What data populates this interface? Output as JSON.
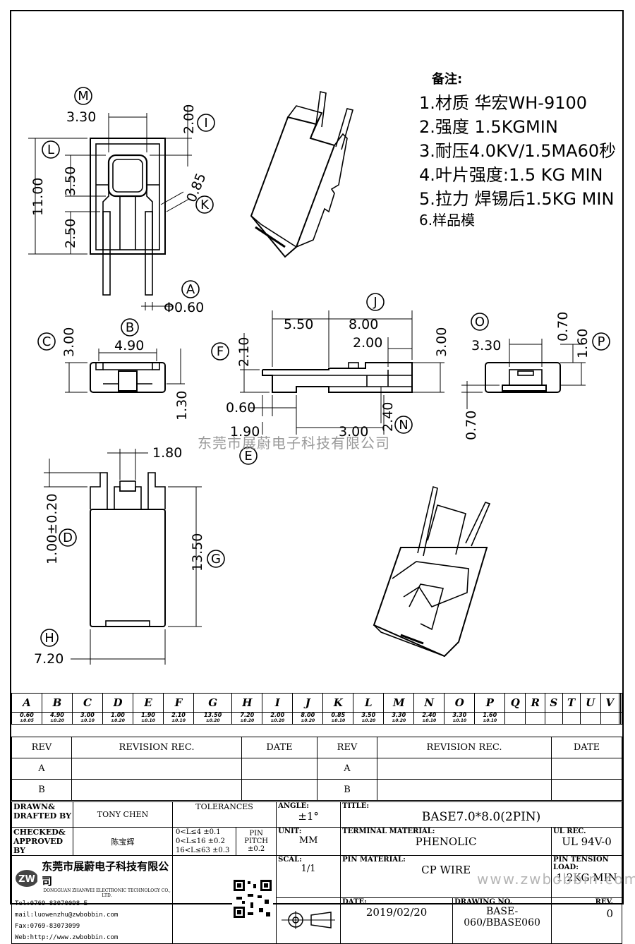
{
  "notes": {
    "heading": "备注:",
    "lines": [
      "1.材质  华宏WH-9100",
      "2.强度 1.5KGMIN",
      "3.耐压4.0KV/1.5MA60秒",
      "4.叶片强度:1.5 KG MIN",
      "5.拉力  焊锡后1.5KG MIN",
      "6.样品模"
    ]
  },
  "dimensions": {
    "top_view": [
      "3.30",
      "2.00",
      "11.00",
      "3.50",
      "2.50",
      "0.85",
      "Φ0.60"
    ],
    "bottom_view": [
      "3.00",
      "4.90",
      "1.30"
    ],
    "side_view": [
      "5.50",
      "8.00",
      "2.00",
      "3.00",
      "2.10",
      "0.60",
      "1.90",
      "3.00",
      "2.40"
    ],
    "end_view": [
      "3.30",
      "0.70",
      "1.60",
      "0.70"
    ],
    "front_view": [
      "1.80",
      "1.00±0.20",
      "13.50",
      "7.20"
    ]
  },
  "bubbles": [
    "M",
    "I",
    "L",
    "K",
    "A",
    "C",
    "B",
    "F",
    "J",
    "E",
    "N",
    "O",
    "P",
    "D",
    "G",
    "H"
  ],
  "watermark": "东莞市展蔚电子科技有限公司",
  "watermark2": "www.zwbobbin.com",
  "letter_table": {
    "letters": [
      "A",
      "B",
      "C",
      "D",
      "E",
      "F",
      "G",
      "H",
      "I",
      "J",
      "K",
      "L",
      "M",
      "N",
      "O",
      "P",
      "Q",
      "R",
      "S",
      "T",
      "U",
      "V",
      "",
      ""
    ],
    "values": [
      "0.60",
      "4.90",
      "3.00",
      "1.00",
      "1.90",
      "2.10",
      "13.50",
      "7.20",
      "2.00",
      "8.00",
      "0.85",
      "3.50",
      "3.30",
      "2.40",
      "3.30",
      "1.60",
      "",
      "",
      "",
      "",
      "",
      "",
      "",
      ""
    ],
    "tolerances": [
      "±0.05",
      "±0.20",
      "±0.10",
      "±0.20",
      "±0.10",
      "±0.10",
      "±0.20",
      "±0.20",
      "±0.20",
      "±0.20",
      "±0.10",
      "±0.20",
      "±0.20",
      "±0.10",
      "±0.10",
      "±0.10",
      "",
      "",
      "",
      "",
      "",
      "",
      "",
      ""
    ]
  },
  "revision": {
    "headers": {
      "rev": "REV",
      "rec": "REVISION REC.",
      "date": "DATE"
    },
    "rows": [
      "A",
      "B"
    ]
  },
  "title_block": {
    "drawn_label": "DRAWN&\nDRAFTED BY",
    "drawn_by": "TONY CHEN",
    "checked_label": "CHECKED&\nAPPROVED BY",
    "checked_by": "陈宝辉",
    "tolerances_label": "TOLERANCES",
    "tol_rows": [
      "0<L≤4   ±0.1",
      "0<L≤16  ±0.2",
      "16<L≤63 ±0.3"
    ],
    "pin_pitch_label": "PIN PITCH",
    "pin_pitch": "±0.2",
    "angle_label": "ANGLE:",
    "angle": "±1°",
    "unit_label": "UNIT:",
    "unit": "MM",
    "scale_label": "SCAL:",
    "scale": "1/1",
    "title_label": "TITLE:",
    "title": "BASE7.0*8.0(2PIN)",
    "terminal_label": "TERMINAL MATERIAL:",
    "terminal": "PHENOLIC",
    "ul_label": "UL REC.",
    "ul": "UL 94V-0",
    "pin_material_label": "PIN MATERIAL:",
    "pin_material": "CP WIRE",
    "pin_tension_label": "PIN TENSION LOAD:",
    "pin_tension": "1.2KG MIN",
    "date_label": "DATE:",
    "date": "2019/02/20",
    "drawing_label": "DRAWING NO.",
    "drawing_no": "BASE-060/BBASE060",
    "rev_label": "REV.",
    "rev": "0",
    "company": "东莞市展蔚电子科技有限公司",
    "company_en": "DONGGUAN ZHANWEI ELECTRONIC TECHNOLOGY CO., LTD.",
    "tel": "Tel:0769-83070098 E-mail:luowenzhu@zwbobbin.com",
    "fax": "Fax:0769-83073099   Web:http://www.zwbobbin.com"
  }
}
